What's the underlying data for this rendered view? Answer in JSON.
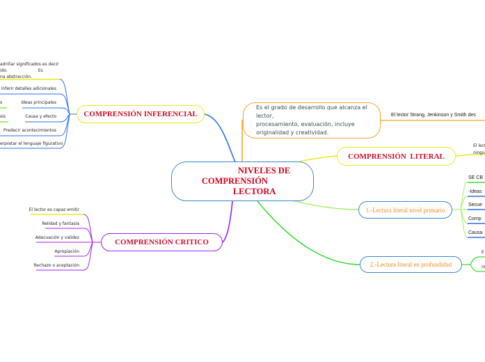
{
  "central": {
    "line1": "NIVELES DE",
    "line2": "COMPRENSIÓN",
    "line3": "LECTORA"
  },
  "inferencial": {
    "title": "COMPRENSIÓN INFERENCIAL",
    "note_lines": [
      "adriñar significados es decir",
      "ido.                       Es",
      "na abstracción."
    ],
    "items": [
      "Inferir detalles adicionales",
      "Ideas principales",
      "Causa y efecto",
      "Predecir acontecimientos",
      "erpretar el lenguaje figurativo"
    ],
    "side_items": [
      "s",
      "sis"
    ]
  },
  "literal": {
    "title": "COMPRENSIÓN  LITERAL",
    "description_lines": [
      "Es el grado de desarrollo que alcanza el lector,",
      "procesamiento, evaluación, incluye",
      "originalidad y creatividad."
    ],
    "description_note": "El lector Strang, Jenkinson y Smith des",
    "title_note_lines": [
      "El lect",
      "ningu"
    ],
    "sub1": {
      "title": "1.-Lectura literal nivel primario",
      "items": [
        "SE CB",
        "-Ideas",
        "Secue",
        "Comp",
        "Causa"
      ]
    },
    "sub2": {
      "title": "2.-Lectura literal en profundidad",
      "items": [
        "E",
        "re"
      ]
    }
  },
  "critico": {
    "title": "COMPRENSIÓN CRITICO",
    "items": [
      "El lector es capaz emitir",
      "Relidad y fantasia",
      "Adecuación y validez",
      "Apropiación",
      "Rechazo o aceptación"
    ]
  },
  "colors": {
    "central_border": "#3a86c8",
    "title_red": "#c8102e",
    "inferencial_branch": "#2f6fe0",
    "critico_branch": "#a020f0",
    "literal_branch": "#e8e820",
    "desc_border": "#f5a623",
    "sub_text": "#f5891f",
    "green_branch": "#33dd33"
  }
}
